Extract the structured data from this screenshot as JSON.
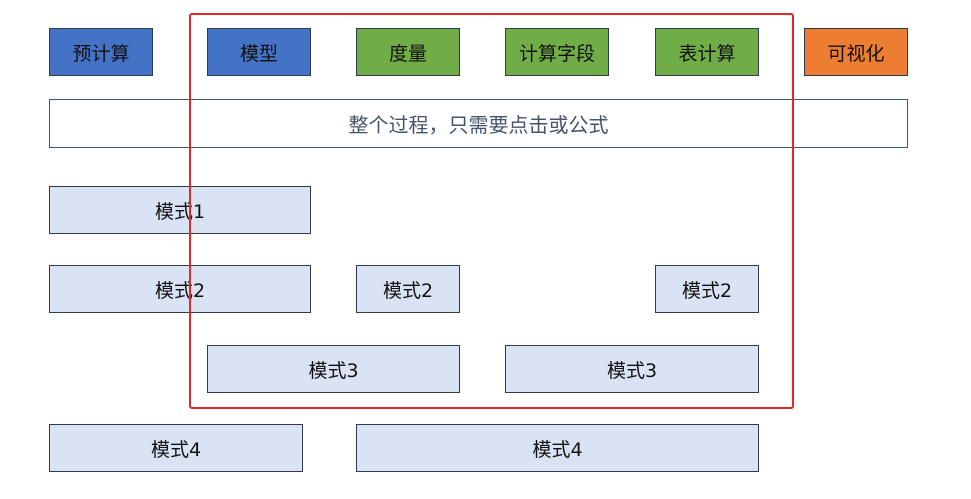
{
  "colors": {
    "blue": "#4472c4",
    "green": "#70ad47",
    "orange": "#ed7d31",
    "mode_fill": "#dae3f3",
    "highlight_border": "#e0292a"
  },
  "top_row": {
    "precompute": "预计算",
    "model": "模型",
    "measure": "度量",
    "calc_field": "计算字段",
    "table_calc": "表计算",
    "visualization": "可视化"
  },
  "banner": {
    "text": "整个过程，只需要点击或公式"
  },
  "modes": {
    "mode1": "模式1",
    "mode2": "模式2",
    "mode3": "模式3",
    "mode4": "模式4"
  }
}
